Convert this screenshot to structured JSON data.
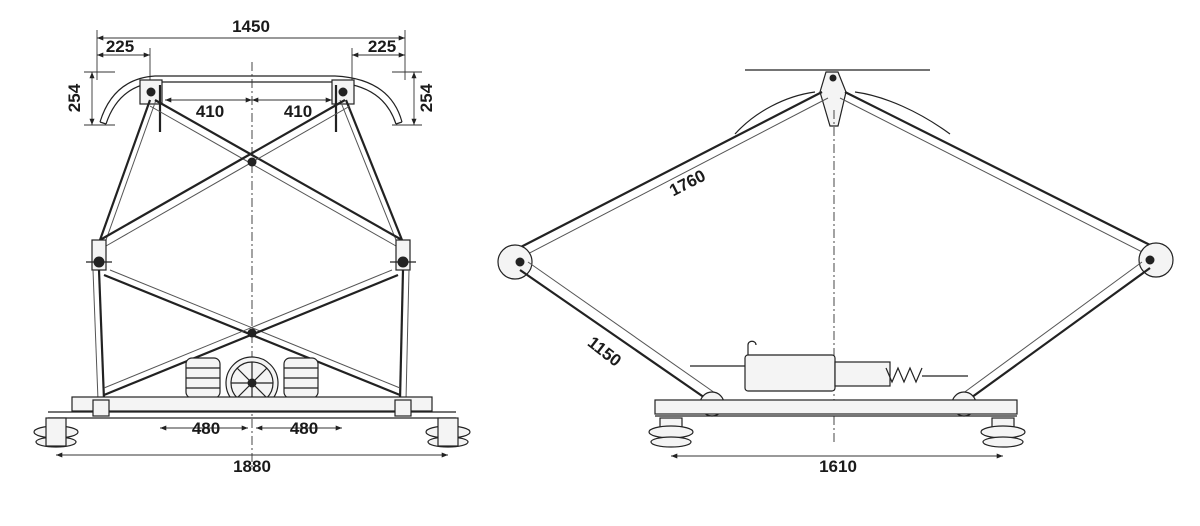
{
  "front_view": {
    "dims": {
      "overall_top": "1450",
      "top_left_offset": "225",
      "top_right_offset": "225",
      "left_height": "254",
      "right_height": "254",
      "mid_left": "410",
      "mid_right": "410",
      "base_left": "480",
      "base_right": "480",
      "base_width": "1880"
    }
  },
  "side_view": {
    "dims": {
      "upper_arm": "1760",
      "lower_arm": "1150",
      "base_width": "1610"
    }
  }
}
